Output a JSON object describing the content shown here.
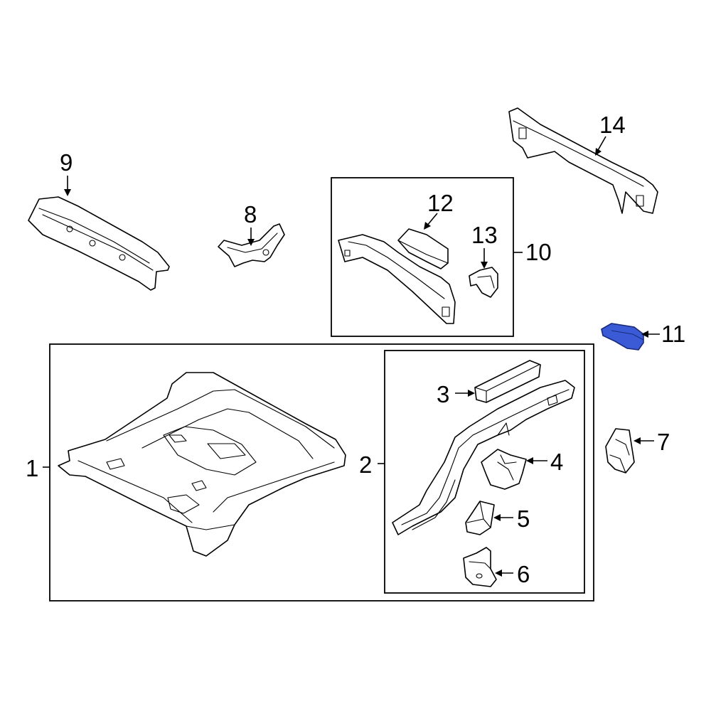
{
  "callouts": [
    {
      "id": "1",
      "label": "1"
    },
    {
      "id": "2",
      "label": "2"
    },
    {
      "id": "3",
      "label": "3"
    },
    {
      "id": "4",
      "label": "4"
    },
    {
      "id": "5",
      "label": "5"
    },
    {
      "id": "6",
      "label": "6"
    },
    {
      "id": "7",
      "label": "7"
    },
    {
      "id": "8",
      "label": "8"
    },
    {
      "id": "9",
      "label": "9"
    },
    {
      "id": "10",
      "label": "10"
    },
    {
      "id": "11",
      "label": "11"
    },
    {
      "id": "12",
      "label": "12"
    },
    {
      "id": "13",
      "label": "13"
    },
    {
      "id": "14",
      "label": "14"
    }
  ],
  "colors": {
    "line": "#000000",
    "background": "#ffffff",
    "highlight_fill": "#3b5bd6",
    "highlight_stroke": "#1a2a7a"
  },
  "highlighted_part": "11"
}
